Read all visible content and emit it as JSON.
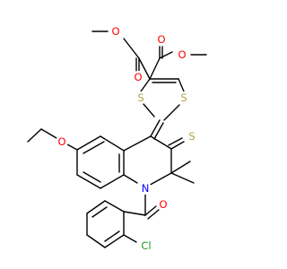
{
  "molecule": {
    "atoms": {
      "o1": {
        "label": "O",
        "color": "#ff0000"
      },
      "o2": {
        "label": "O",
        "color": "#ff0000"
      },
      "o3": {
        "label": "O",
        "color": "#ff0000"
      },
      "o4": {
        "label": "O",
        "color": "#ff0000"
      },
      "s1": {
        "label": "S",
        "color": "#b5a642"
      },
      "s2": {
        "label": "S",
        "color": "#b5a642"
      },
      "o5": {
        "label": "O",
        "color": "#ff0000"
      },
      "s3": {
        "label": "S",
        "color": "#b5a642"
      },
      "n1": {
        "label": "N",
        "color": "#0000ff"
      },
      "o6": {
        "label": "O",
        "color": "#ff0000"
      },
      "cl1": {
        "label": "Cl",
        "color": "#1fa01f"
      }
    }
  }
}
